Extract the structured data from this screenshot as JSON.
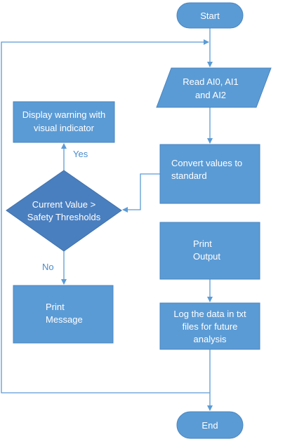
{
  "nodes": {
    "start": "Start",
    "read_line1": "Read AI0, AI1",
    "read_line2": "and AI2",
    "convert_line1": "Convert values to",
    "convert_line2": "standard",
    "print_output_line1": "Print",
    "print_output_line2": "Output",
    "log_line1": "Log the data in txt",
    "log_line2": "files for future",
    "log_line3": "analysis",
    "end": "End",
    "warning_line1": "Display warning with",
    "warning_line2": "visual indicator",
    "decision_line1": "Current Value >",
    "decision_line2": "Safety Thresholds",
    "print_message_line1": "Print",
    "print_message_line2": "Message"
  },
  "edges": {
    "yes": "Yes",
    "no": "No"
  },
  "colors": {
    "fill": "#5b9bd5",
    "stroke": "#4a86c0",
    "decision_fill": "#4a7fbf",
    "line": "#5b9bd5"
  }
}
